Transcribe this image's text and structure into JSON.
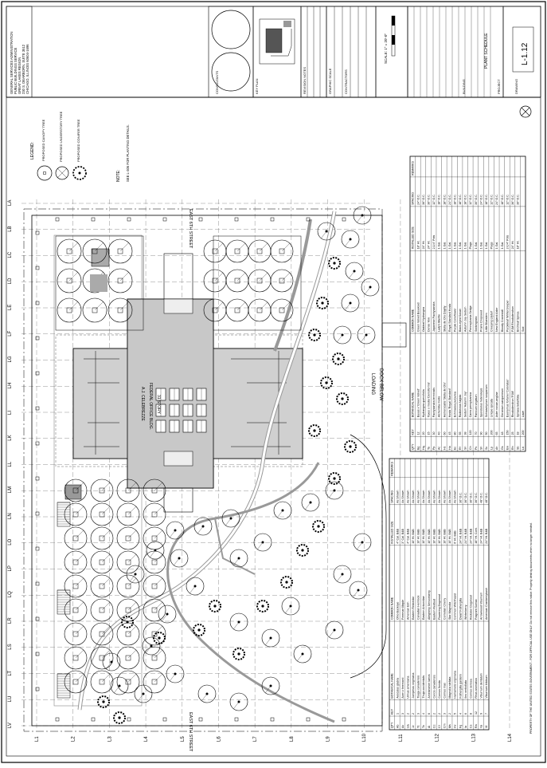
{
  "title_block": {
    "agency_lines": [
      "GENERAL SERVICES ADMINISTRATION",
      "PUBLIC BUILDINGS SERVICE",
      "GREAT LAKES REGION",
      "230 S. DEARBORN, SUITE 3512",
      "CHICAGO, ILLINOIS 60604-1696"
    ],
    "consultants_label": "CONSULTANTS",
    "key_plan_label": "KEY PLAN",
    "revision_notes_label": "REVISION NOTES",
    "graphic_scale_label": "GRAPHIC SCALE",
    "contractors_label": "CONTRACTORS",
    "building_label": "BUILDING",
    "project_label": "PROJECT",
    "scale_text": "SCALE: 1\" = 20'-0\"",
    "sheet_title": "PLANT SCHEDULE",
    "sheet_number": "L-1.12",
    "drawing_label": "DRAWING"
  },
  "legend": {
    "title": "LEGEND:",
    "items": [
      "PROPOSED CANOPY TREE",
      "PROPOSED UNDERSTORY TREE",
      "PROPOSED CONIFER TREE"
    ]
  },
  "note": {
    "title": "NOTE:",
    "text": "SEE L-306 FOR PLANTING DETAILS."
  },
  "streets": {
    "top": "EAST 6TH STREET",
    "bottom": "EAST 6TH STREET"
  },
  "building_labels": [
    "A.J. CELEBREZZE",
    "FEDERAL OFFICE BLDG.",
    "31 STORY"
  ],
  "dock_labels": [
    "LOADING",
    "DOCK BELOW"
  ],
  "grid_top": [
    "LA",
    "LB",
    "LC",
    "LD",
    "LE",
    "LF",
    "LG",
    "LH",
    "LI",
    "LK",
    "LL",
    "LM",
    "LN",
    "LO",
    "LP",
    "LQ",
    "LR",
    "LS",
    "LT",
    "LU",
    "LV"
  ],
  "grid_bottom": [
    "L1",
    "L2",
    "L3",
    "L4",
    "L5",
    "L6",
    "L7",
    "L8",
    "L9",
    "L10",
    "L11",
    "L12",
    "L13",
    "L14"
  ],
  "schedule_left": {
    "headers": [
      "QTY",
      "KEY",
      "BOTANICAL NAME",
      "COMMON NAME",
      "INSTALLED SIZE",
      "SPACING",
      "REMARKS"
    ],
    "rows": [
      [
        "Ab",
        "1",
        "Aesculus glabra",
        "Ohio Buckeye",
        "4\" Cal.  B&B",
        "As Shown",
        ""
      ],
      [
        "Ac",
        "3",
        "Acer x freemanii",
        "Freeman Maple",
        "3\" Cal.  B&B",
        "As Shown",
        ""
      ],
      [
        "Ua",
        "2",
        "Ulmus americana",
        "American Elm",
        "4\" Cal.  B&B",
        "As Shown",
        ""
      ],
      [
        "Jv",
        "2",
        "Juniperus virginiana",
        "Eastern Redcedar",
        "10' Ht.  B&B",
        "As Shown",
        ""
      ],
      [
        "Tc",
        "3",
        "Tsuga canadensis",
        "Canadian Hemlock",
        "10' Ht.  B&B",
        "As Shown",
        ""
      ],
      [
        "To",
        "4",
        "Thuja occidentalis",
        "Eastern Arborvitae",
        "10' Ht.  B&B",
        "As Shown",
        ""
      ],
      [
        "Al",
        "6",
        "Amelanchier laevis",
        "Allegheny Serviceberry",
        "10' Ht.  B&B",
        "As Shown",
        ""
      ],
      [
        "Cc",
        "2",
        "Cercis canadensis",
        "Eastern Redbud",
        "10' Ht.  B&B",
        "As Shown",
        ""
      ],
      [
        "Cf",
        "2",
        "Cornus florida",
        "Flowering Dogwood",
        "10' Ht.  B&B",
        "As Shown",
        ""
      ],
      [
        "Cm",
        "3",
        "Cornus mas",
        "Cornelian Cherry",
        "10' Ht.  B&B",
        "As Shown",
        ""
      ],
      [
        "Ms",
        "2",
        "Magnolia stellata",
        "Star Magnolia",
        "10' Ht.  B&B",
        "As Shown",
        ""
      ],
      [
        "Hv",
        "5",
        "Hamamelis virginiana",
        "Common Witchhazel",
        "6' Ht.  B&B",
        "As Shown",
        ""
      ],
      [
        "Fg",
        "4",
        "Fothergilla gardenii",
        "Dwarf Fothergilla",
        "24\" Ht.  B&B",
        "36\" O.C.",
        ""
      ],
      [
        "Ia",
        "6",
        "Ilex verticillata",
        "Winterberry",
        "24\" Ht.  B&B",
        "36\" O.C.",
        ""
      ],
      [
        "Cs",
        "8",
        "Cornus sericea",
        "Redosier Dogwood",
        "24\" Ht.  B&B",
        "36\" O.C.",
        ""
      ],
      [
        "Ra",
        "12",
        "Rhus aromatica",
        "Fragrant Sumac",
        "18\" Ht.  Cont.",
        "36\" O.C.",
        ""
      ],
      [
        "Va",
        "9",
        "Viburnum dentatum",
        "Arrowwood Viburnum",
        "24\" Ht.  B&B",
        "48\" O.C.",
        ""
      ],
      [
        "Vt",
        "7",
        "Viburnum trilobum",
        "American Cranberrybush",
        "24\" Ht.  B&B",
        "48\" O.C.",
        ""
      ]
    ]
  },
  "schedule_right": {
    "headers": [
      "QTY",
      "KEY",
      "BOTANICAL NAME",
      "COMMON NAME",
      "INSTALLED SIZE",
      "SPACING",
      "REMARKS"
    ],
    "rows": [
      [
        "Bg",
        "12",
        "Buxus x 'Green Velvet'",
        "Green Velvet Boxwood",
        "18\" Ht.",
        "24\" O.C.",
        ""
      ],
      [
        "Hq",
        "20",
        "Hydrangea quercifolia",
        "Oakleaf Hydrangea",
        "24\" Ht.",
        "36\" O.C.",
        ""
      ],
      [
        "Ta",
        "15",
        "Taxus x media 'Densiformis'",
        "Dense Yew",
        "24\" Ht.",
        "36\" O.C.",
        ""
      ],
      [
        "Pp",
        "30",
        "Pachysandra terminalis",
        "Japanese Pachysandra",
        "2-1/4\" Pots",
        "12\" O.C.",
        ""
      ],
      [
        "Ac",
        "40",
        "Alchemilla mollis",
        "Lady's Mantle",
        "1 Gal.",
        "18\" O.C.",
        ""
      ],
      [
        "Hs",
        "60",
        "Hemerocallis 'Stella de Oro'",
        "Stella de Oro Daylily",
        "1 Gal.",
        "18\" O.C.",
        ""
      ],
      [
        "Ha",
        "45",
        "Hosta 'Royal Standard'",
        "Royal Standard Hosta",
        "1 Gal.",
        "24\" O.C.",
        ""
      ],
      [
        "Ec",
        "80",
        "Echinacea purpurea",
        "Purple Coneflower",
        "1 Gal.",
        "18\" O.C.",
        ""
      ],
      [
        "Rf",
        "55",
        "Rudbeckia fulgida",
        "Black-eyed Susan",
        "1 Gal.",
        "18\" O.C.",
        ""
      ],
      [
        "Sn",
        "38",
        "Sedum 'Autumn Joy'",
        "Autumn Joy Sedum",
        "1 Gal.",
        "18\" O.C.",
        ""
      ],
      [
        "Ch",
        "120",
        "Carex pensylvanica",
        "Pennsylvania Sedge",
        "Plugs",
        "12\" O.C.",
        ""
      ],
      [
        "Ps",
        "70",
        "Panicum virgatum",
        "Switchgrass",
        "1 Gal.",
        "30\" O.C.",
        ""
      ],
      [
        "Sh",
        "90",
        "Sporobolus heterolepis",
        "Prairie Dropseed",
        "1 Gal.",
        "24\" O.C.",
        ""
      ],
      [
        "Sc",
        "50",
        "Schizachyrium scoparium",
        "Little Bluestem",
        "1 Gal.",
        "18\" O.C.",
        ""
      ],
      [
        "Lp",
        "200",
        "Liriope spicata",
        "Creeping Lilyturf",
        "Plugs",
        "12\" O.C.",
        ""
      ],
      [
        "Ah",
        "65",
        "Aster novae-angliae",
        "New England Aster",
        "1 Gal.",
        "24\" O.C.",
        ""
      ],
      [
        "Gs",
        "48",
        "Geranium sanguineum",
        "Bloody Cranesbill",
        "1 Gal.",
        "18\" O.C.",
        ""
      ],
      [
        "Ew",
        "150",
        "Euonymus fortunei 'Coloratus'",
        "Purpleleaf Wintercreeper",
        "2-1/4\" Pots",
        "12\" O.C.",
        ""
      ],
      [
        "Rh",
        "25",
        "Rhododendron 'PJM'",
        "PJM Rhododendron",
        "24\" Ht.",
        "36\" O.C.",
        ""
      ],
      [
        "Sb",
        "18",
        "Spiraea betulifolia",
        "Birchleaf Spirea",
        "18\" Ht.",
        "30\" O.C.",
        ""
      ],
      [
        "Lb",
        "200",
        "Lawn",
        "Sod",
        "",
        "",
        ""
      ]
    ]
  },
  "footer_note": "PROPERTY OF THE UNITED STATES GOVERNMENT - FOR OFFICIAL USE ONLY. Do not remove this notice. Properly destroy documents when no longer needed."
}
